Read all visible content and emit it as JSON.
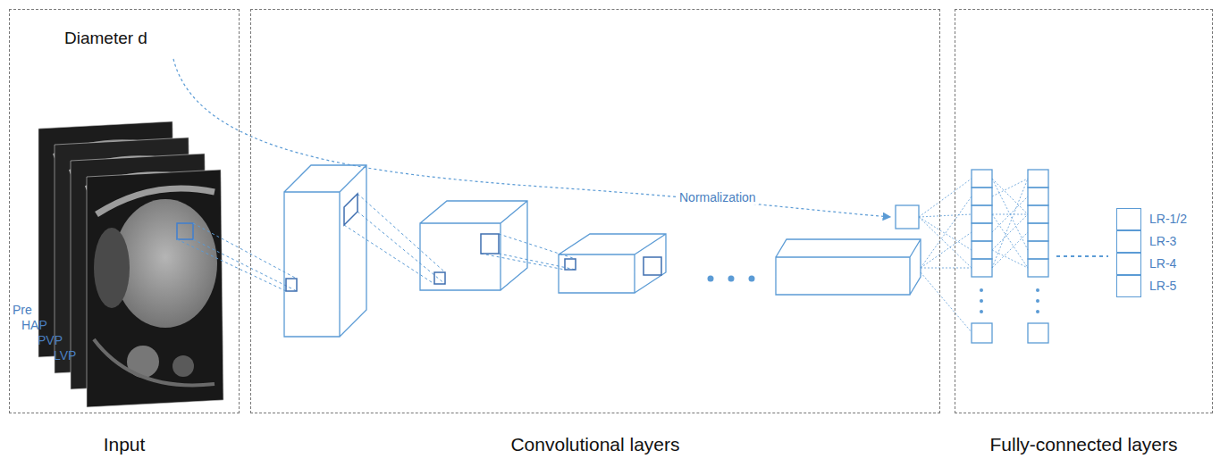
{
  "diagram": {
    "nodes": [
      {
        "text": [
          "Input"
        ]
      },
      {
        "text": [
          "Convolutional layers"
        ]
      },
      {
        "text": [
          "Fully-connected layers"
        ]
      },
      {
        "text": [
          "LR-1/2"
        ],
        "in": 2
      },
      {
        "text": [
          "LR-3"
        ],
        "in": 2
      },
      {
        "text": [
          "LR-4"
        ],
        "in": 2
      },
      {
        "text": [
          "LR-5"
        ],
        "in": 2
      }
    ],
    "labels": [
      "Diameter d",
      "Pre",
      "HAP",
      "PVP",
      "LVP",
      "Normalization"
    ]
  }
}
